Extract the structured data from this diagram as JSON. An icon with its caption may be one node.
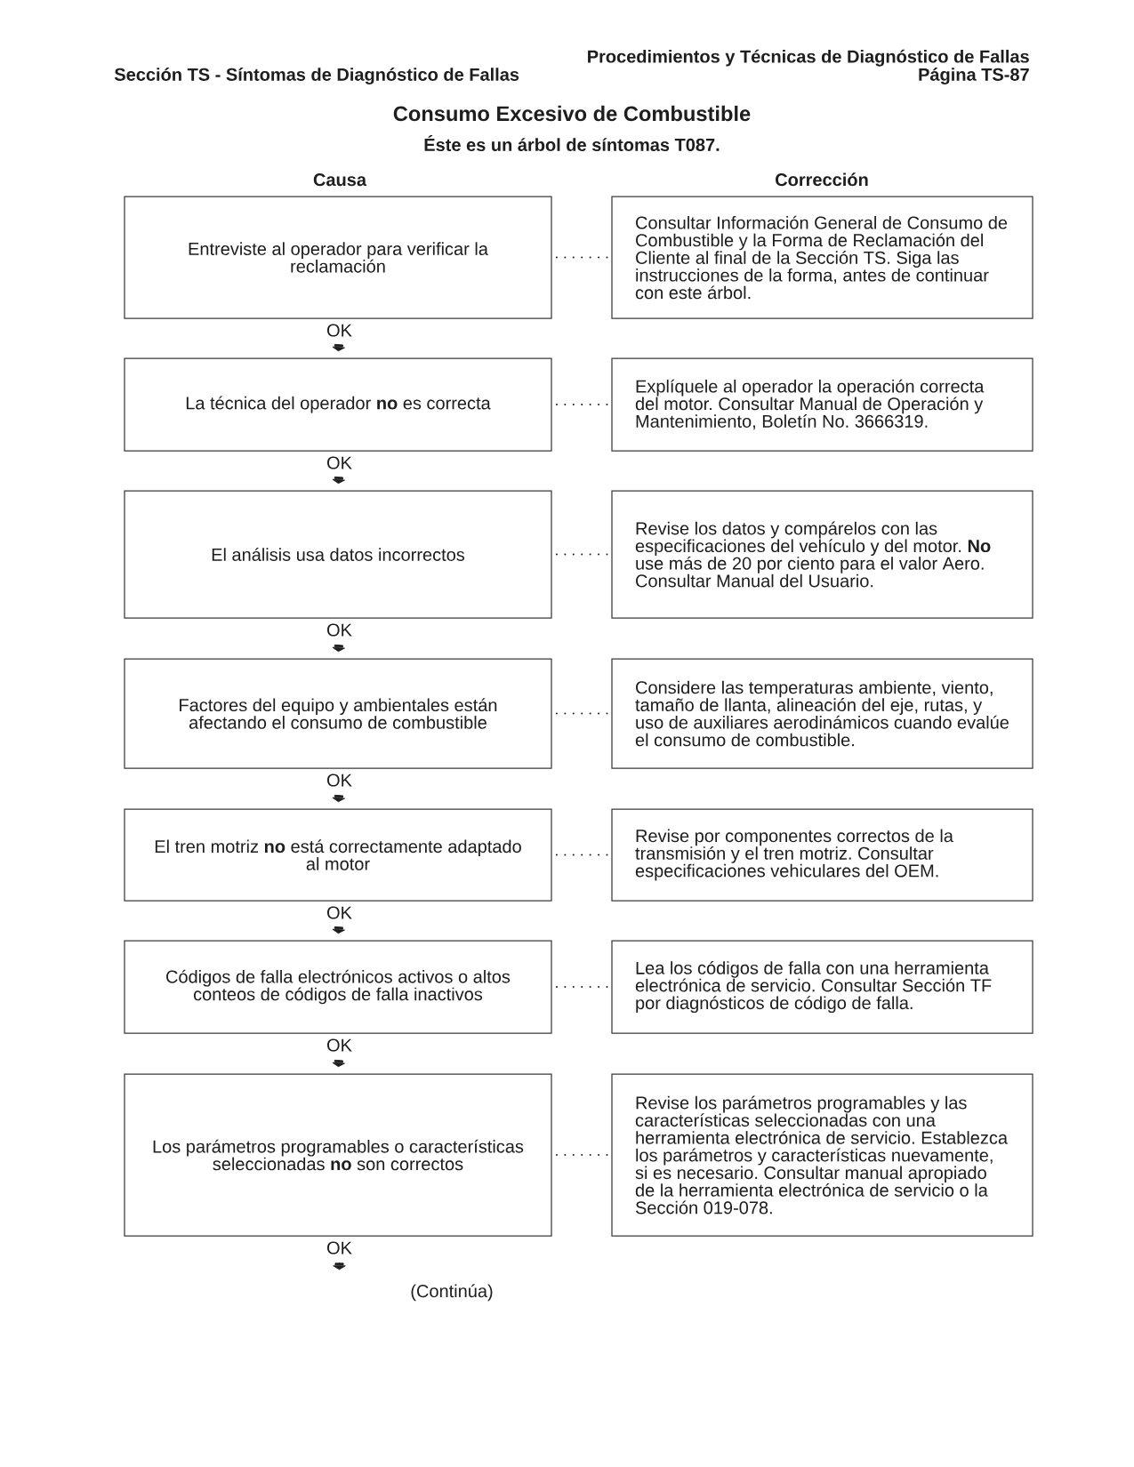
{
  "diagram": {
    "title": "Consumo Excesivo de Combustible",
    "nodes": [
      {
        "text": [
          "Entreviste al operador para verificar la reclamación"
        ]
      },
      {
        "text": [
          "Consultar Información General de Consumo de Combustible y la Forma de Reclamación del Cliente al final de la Sección TS. Siga las instrucciones de la forma, antes de continuar con este árbol."
        ]
      },
      {
        "text": [
          "OK"
        ]
      },
      {
        "text": [
          "La técnica del operador **no** es correcta"
        ]
      },
      {
        "text": [
          "Explíquele al operador la operación correcta del motor. Consultar Manual de Operación y Mantenimiento, Boletín No. 3666319."
        ]
      },
      {
        "text": [
          "OK"
        ]
      },
      {
        "text": [
          "El análisis usa datos incorrectos"
        ]
      },
      {
        "text": [
          "Revise los datos y compárelos con las especificaciones del vehículo y del motor. **No** use más de 20 por ciento para el valor Aero. Consultar Manual del Usuario."
        ]
      },
      {
        "text": [
          "OK"
        ]
      },
      {
        "text": [
          "Factores del equipo y ambientales están afectando el consumo de combustible"
        ]
      },
      {
        "text": [
          "Considere las temperaturas ambiente, viento, tamaño de llanta, alineación del eje, rutas, y uso de auxiliares aerodinámicos cuando evalúe el consumo de combustible."
        ]
      },
      {
        "text": [
          "OK"
        ]
      },
      {
        "text": [
          "El tren motriz **no** está correctamente adaptado al motor"
        ]
      },
      {
        "text": [
          "Revise por componentes correctos de la transmisión y el tren motriz. Consultar especificaciones vehiculares del OEM."
        ]
      },
      {
        "text": [
          "OK"
        ]
      },
      {
        "text": [
          "Códigos de falla electrónicos activos o altos conteos de códigos de falla inactivos"
        ]
      },
      {
        "text": [
          "Lea los códigos de falla con una herramienta electrónica de servicio. Consultar Sección TF por diagnósticos de código de falla."
        ]
      },
      {
        "text": [
          "OK"
        ]
      },
      {
        "text": [
          "Los parámetros programables o características seleccionadas **no** son correctos"
        ]
      },
      {
        "text": [
          "Revise los parámetros programables y las características seleccionadas con una herramienta electrónica de servicio. Establezca los parámetros y características nuevamente, si es necesario. Consultar manual apropiado de la herramienta electrónica de servicio o la Sección 019-078."
        ]
      },
      {
        "text": [
          "OK"
        ]
      }
    ],
    "edges": [
      {
        "from": 0,
        "to": 1,
        "arrow": "none",
        "style": "dashed"
      },
      {
        "from": 2,
        "to": 3,
        "arrow": "to"
      },
      {
        "from": 3,
        "to": 4,
        "arrow": "none",
        "style": "dashed"
      },
      {
        "from": 5,
        "to": 6,
        "arrow": "to"
      },
      {
        "from": 6,
        "to": 7,
        "arrow": "none",
        "style": "dashed"
      },
      {
        "from": 8,
        "to": 9,
        "arrow": "to"
      },
      {
        "from": 9,
        "to": 10,
        "arrow": "none",
        "style": "dashed"
      },
      {
        "from": 11,
        "to": 12,
        "arrow": "to"
      },
      {
        "from": 12,
        "to": 13,
        "arrow": "none",
        "style": "dashed"
      },
      {
        "from": 14,
        "to": 15,
        "arrow": "to"
      },
      {
        "from": 15,
        "to": 16,
        "arrow": "none",
        "style": "dashed"
      },
      {
        "from": 17,
        "to": 18,
        "arrow": "to"
      },
      {
        "from": 18,
        "to": 19,
        "arrow": "none",
        "style": "dashed"
      },
      {
        "from": 20,
        "to": null,
        "arrow": "to"
      }
    ],
    "labels": [
      "Procedimientos y Técnicas de Diagnóstico de Fallas",
      "Sección TS - Síntomas de Diagnóstico de Fallas",
      "Página TS-87",
      "Éste es un árbol de síntomas T087.",
      "Causa",
      "Corrección",
      "(Continúa)"
    ]
  }
}
